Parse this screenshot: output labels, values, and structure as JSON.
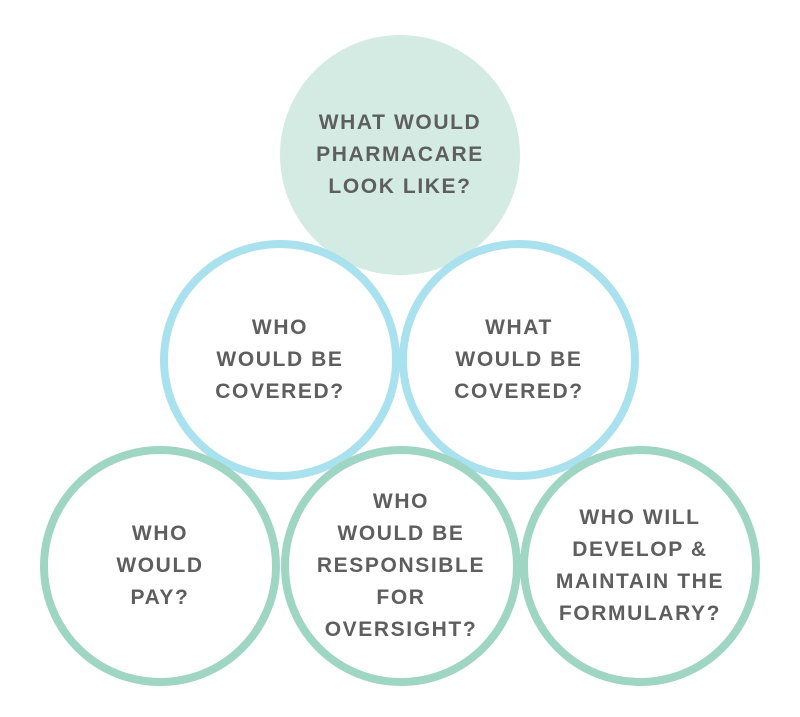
{
  "circles": {
    "top": {
      "lines": [
        "WHAT WOULD",
        "PHARMACARE",
        "LOOK LIKE?"
      ],
      "fill": "#d3ebe3"
    },
    "who_covered": {
      "lines": [
        "WHO",
        "WOULD BE",
        "COVERED?"
      ],
      "border": "#a9e1ee"
    },
    "what_covered": {
      "lines": [
        "WHAT",
        "WOULD BE",
        "COVERED?"
      ],
      "border": "#a9e1ee"
    },
    "who_pay": {
      "lines": [
        "WHO",
        "WOULD",
        "PAY?"
      ],
      "border": "#9fd6c3"
    },
    "oversight": {
      "lines": [
        "WHO",
        "WOULD BE",
        "RESPONSIBLE",
        "FOR",
        "OVERSIGHT?"
      ],
      "border": "#9fd6c3"
    },
    "formulary": {
      "lines": [
        "WHO WILL",
        "DEVELOP &",
        "MAINTAIN THE",
        "FORMULARY?"
      ],
      "border": "#9fd6c3"
    }
  },
  "text_color": "#5e5e5e"
}
